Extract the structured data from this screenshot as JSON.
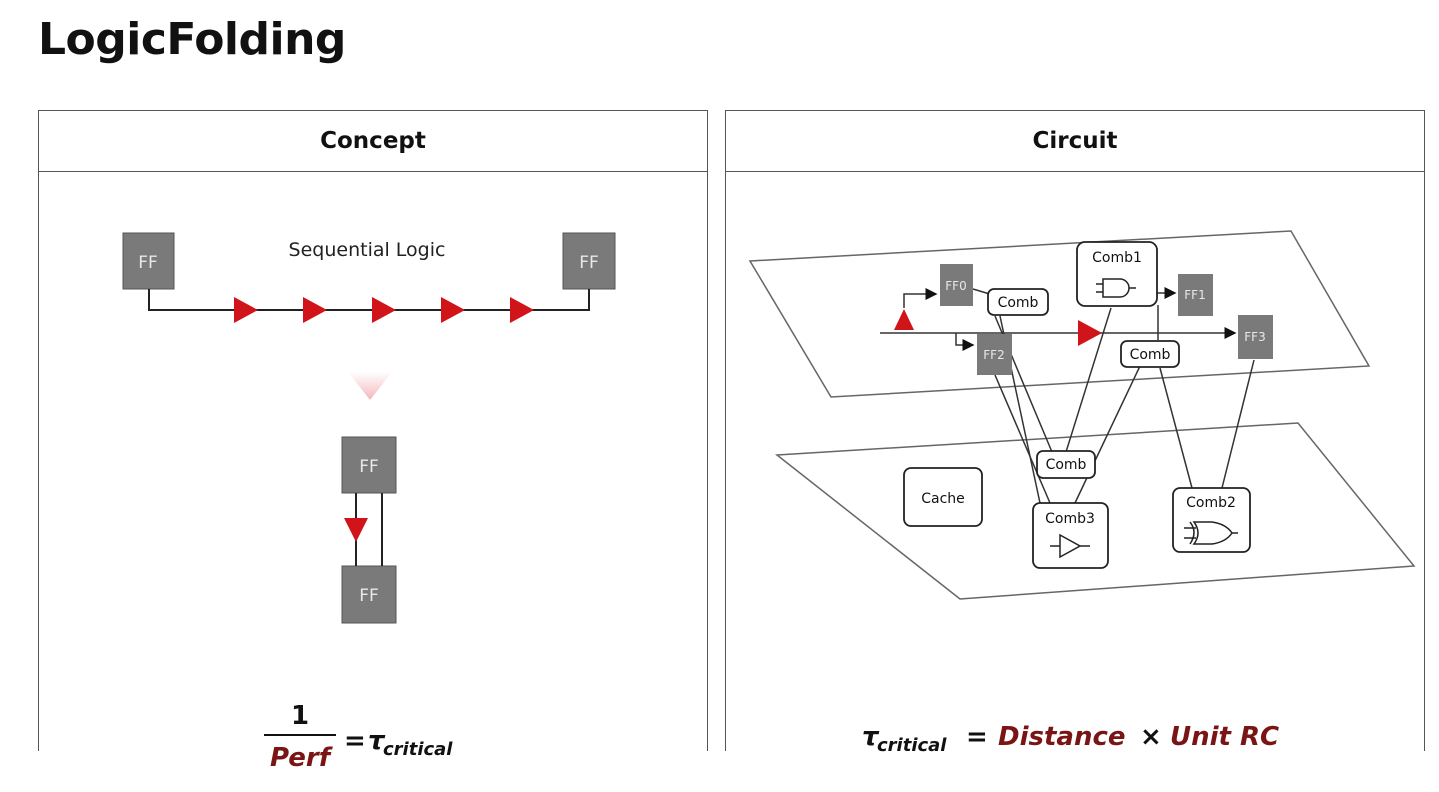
{
  "slide": {
    "title": "LogicFolding"
  },
  "concept": {
    "header": "Concept",
    "seq_label": "Sequential Logic",
    "ff_label": "FF",
    "formula": {
      "numerator": "1",
      "denominator": "Perf",
      "equals": "=",
      "tau": "τ",
      "subscript": "critical"
    }
  },
  "circuit": {
    "header": "Circuit",
    "top_layer": {
      "ff0": "FF0",
      "ff1": "FF1",
      "ff2": "FF2",
      "ff3": "FF3",
      "comb_a": "Comb",
      "comb1": "Comb1",
      "comb_b": "Comb"
    },
    "bottom_layer": {
      "cache": "Cache",
      "comb_c": "Comb",
      "comb3": "Comb3",
      "comb2": "Comb2"
    },
    "formula": {
      "tau": "τ",
      "subscript": "critical",
      "equals": "=",
      "distance": "Distance",
      "times": "×",
      "unit_rc": "Unit RC"
    }
  },
  "colors": {
    "accent_red": "#d0141a",
    "ff_gray": "#7a7a7a",
    "formula_red": "#7a1515"
  }
}
